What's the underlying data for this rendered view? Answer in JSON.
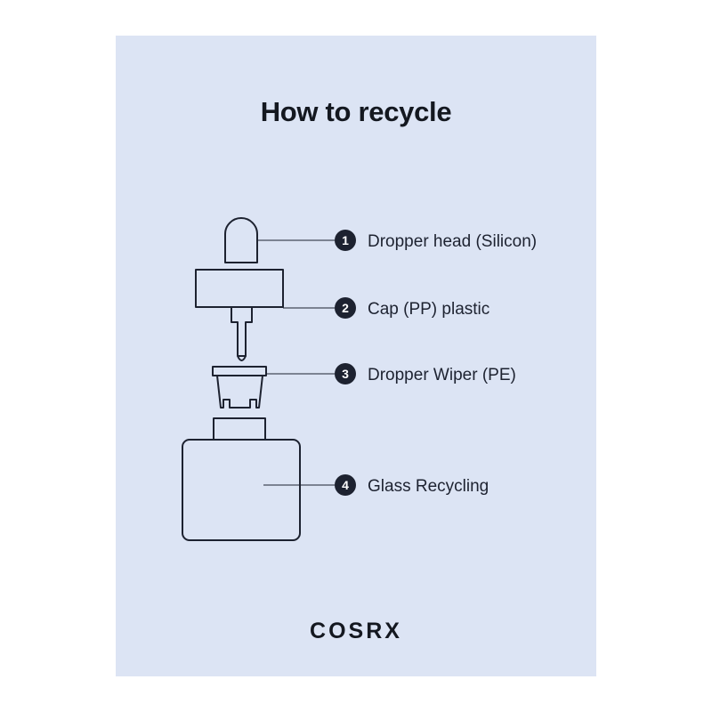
{
  "title": "How to recycle",
  "brand": "COSRX",
  "colors": {
    "background": "#dce4f4",
    "ink": "#1d2230",
    "badge": "#1d2230",
    "badge_text": "#ffffff"
  },
  "parts": [
    {
      "number": "1",
      "label": "Dropper head (Silicon)"
    },
    {
      "number": "2",
      "label": "Cap (PP) plastic"
    },
    {
      "number": "3",
      "label": "Dropper Wiper (PE)"
    },
    {
      "number": "4",
      "label": "Glass Recycling"
    }
  ]
}
